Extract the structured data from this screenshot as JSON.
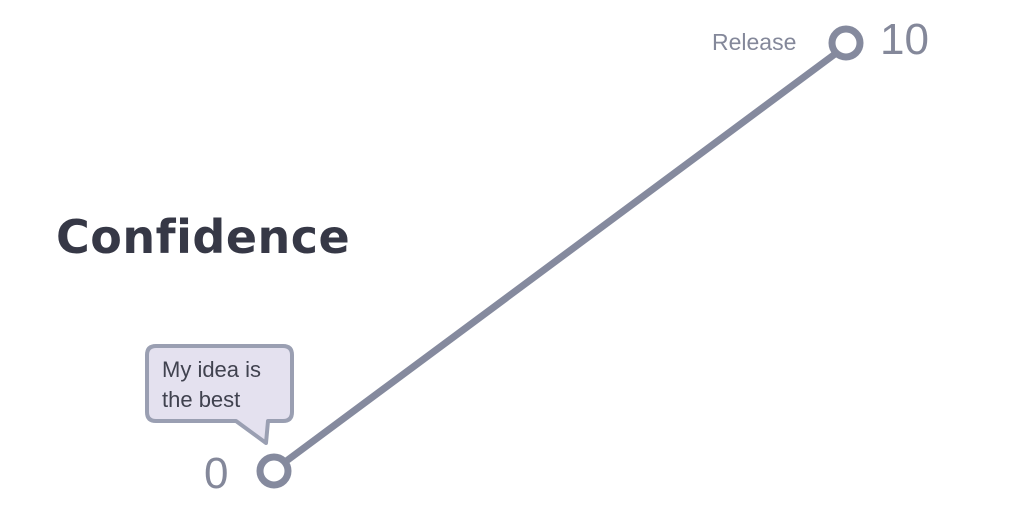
{
  "title": "Confidence",
  "scale": {
    "start_value": "0",
    "end_value": "10",
    "end_label": "Release"
  },
  "speech_bubble": {
    "line1": "My idea is",
    "line2": "the best"
  },
  "colors": {
    "line": "#858a9e",
    "title": "#363846",
    "bubble_fill": "#e4e1ef",
    "bubble_border": "#9a9fb2",
    "label": "#84889a"
  }
}
